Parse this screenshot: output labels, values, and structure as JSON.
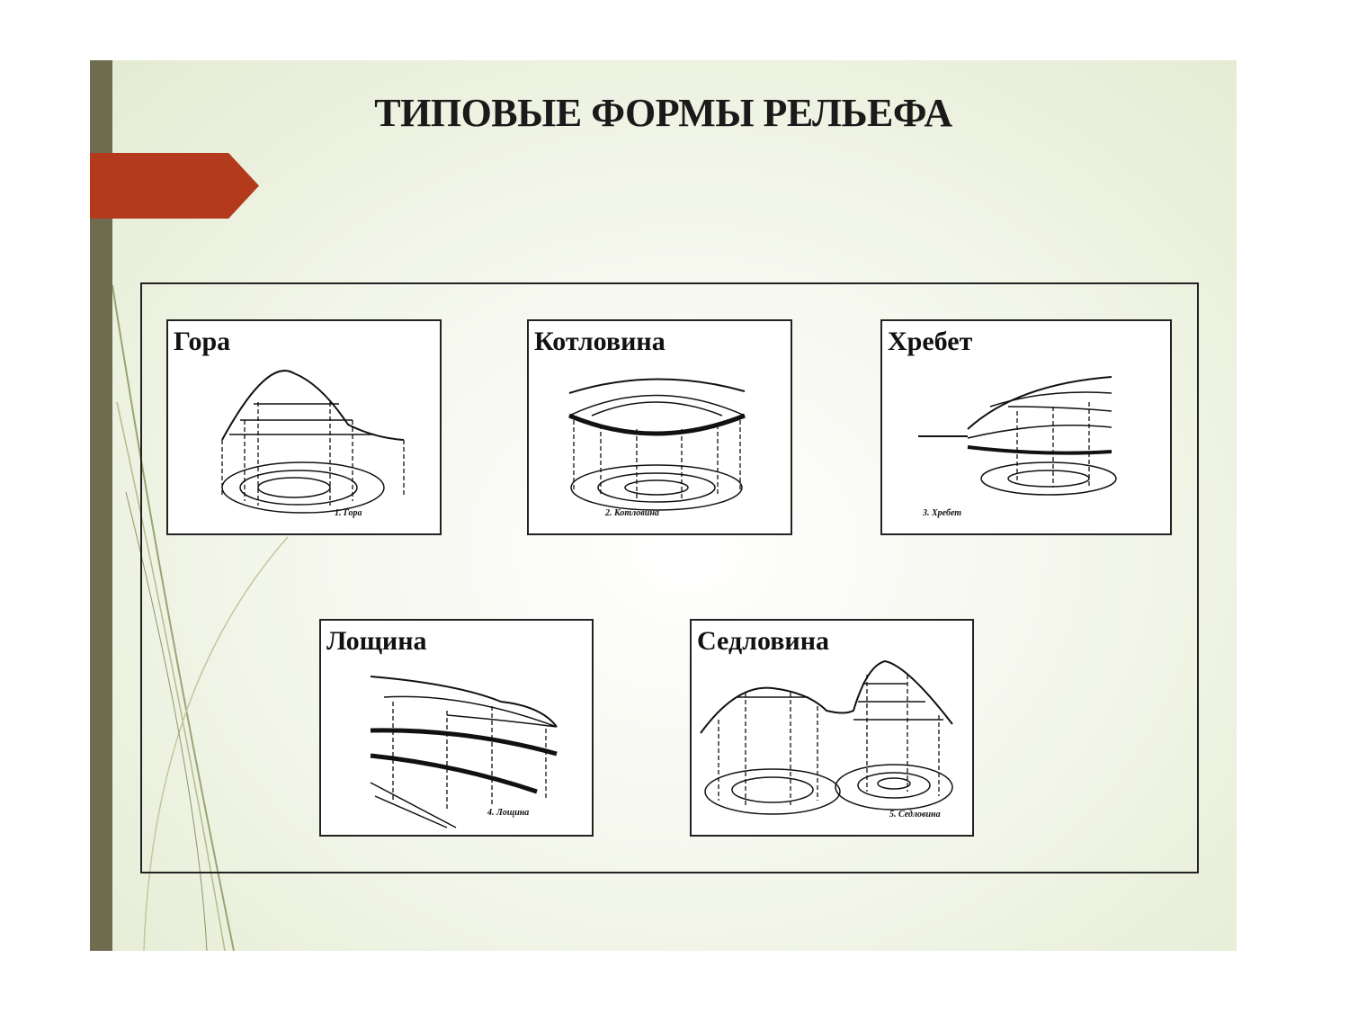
{
  "slide": {
    "title": "ТИПОВЫЕ ФОРМЫ РЕЛЬЕФА",
    "panels": [
      {
        "label": "Гора",
        "caption": "1. Гора"
      },
      {
        "label": "Котловина",
        "caption": "2. Котловина"
      },
      {
        "label": "Хребет",
        "caption": "3. Хребет"
      },
      {
        "label": "Лощина",
        "caption": "4. Лощина"
      },
      {
        "label": "Седловина",
        "caption": "5. Седловина"
      }
    ]
  },
  "colors": {
    "accent": "#b33a1d",
    "sidebar": "#6f6b4f"
  }
}
